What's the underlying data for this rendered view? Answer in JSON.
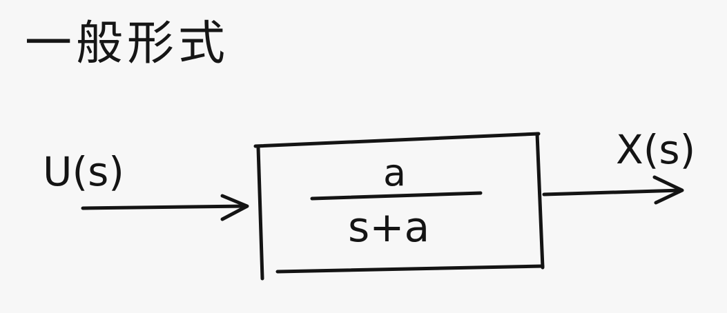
{
  "title": "一般形式",
  "diagram": {
    "input_label": "U(s)",
    "output_label": "X(s)",
    "transfer_function": {
      "numerator": "a",
      "denominator": "s+a"
    }
  },
  "colors": {
    "ink": "#141414",
    "background": "#f7f7f7"
  }
}
